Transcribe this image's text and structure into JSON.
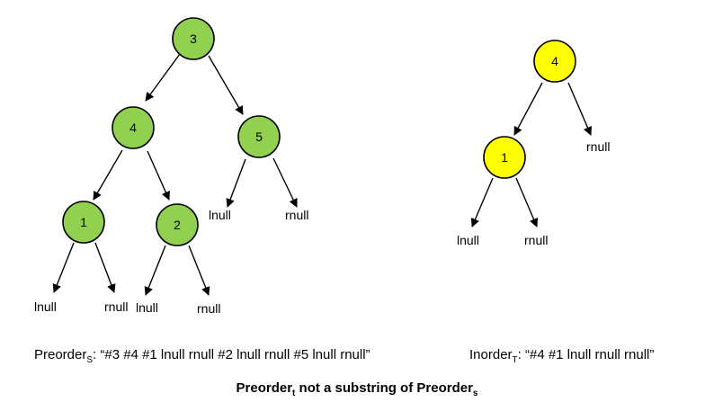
{
  "colors": {
    "tree_s": "#92d050",
    "tree_t": "#ffff00"
  },
  "tree_s": {
    "nodes": [
      "3",
      "4",
      "5",
      "1",
      "2"
    ],
    "null_labels": {
      "n1_left": "lnull",
      "n1_right": "rnull",
      "n2_left": "lnull",
      "n2_right": "rnull",
      "n5_left": "lnull",
      "n5_right": "rnull"
    }
  },
  "tree_t": {
    "nodes": [
      "4",
      "1"
    ],
    "null_labels": {
      "n4_right": "rnull",
      "n1_left": "lnull",
      "n1_right": "rnull"
    }
  },
  "captions": {
    "preorder_s_prefix": "Preorder",
    "preorder_s_sub": "S",
    "preorder_s_value": ": “#3 #4 #1 lnull rnull #2 lnull rnull #5 lnull rnull”",
    "inorder_t_prefix": "Inorder",
    "inorder_t_sub": "T",
    "inorder_t_value": ": “#4 #1 lnull rnull rnull”",
    "bottom_a": "Preorder",
    "bottom_sub_t": "t",
    "bottom_b": " not a substring of Preorder",
    "bottom_sub_s": "s"
  }
}
